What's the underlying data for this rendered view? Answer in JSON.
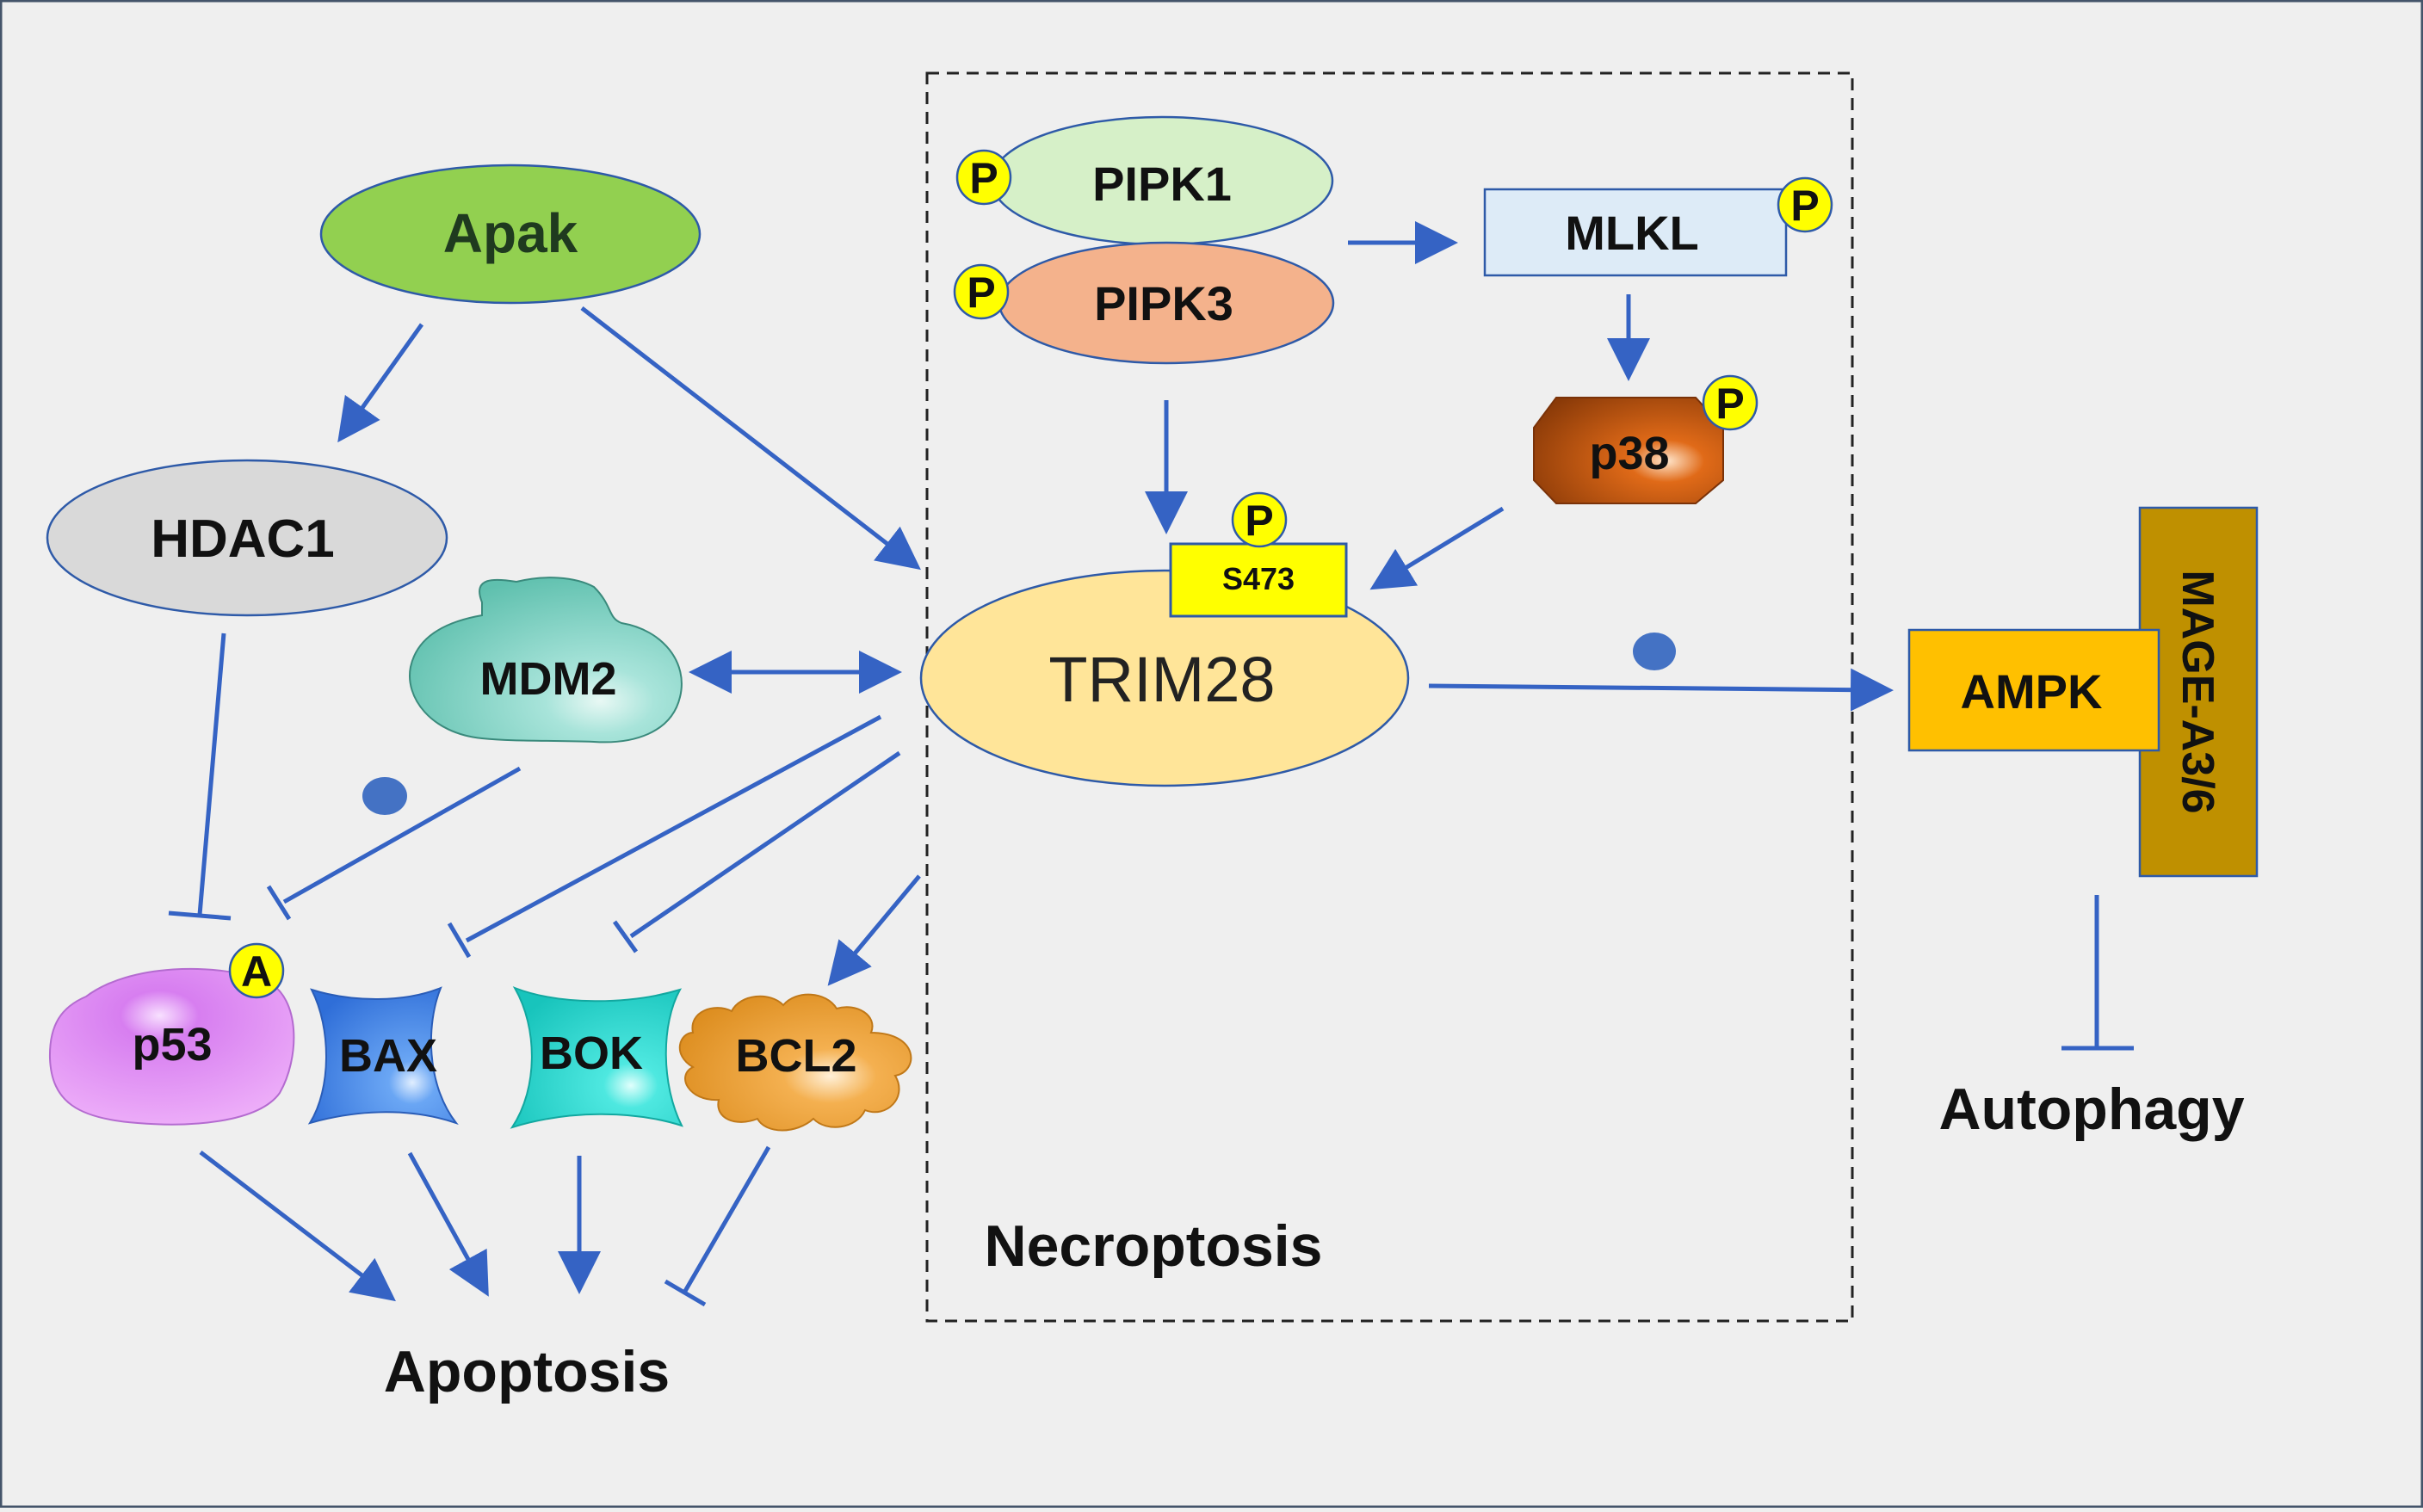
{
  "nodes": {
    "apak": "Apak",
    "hdac1": "HDAC1",
    "mdm2": "MDM2",
    "p53": "p53",
    "bax": "BAX",
    "bok": "BOK",
    "bcl2": "BCL2",
    "pipk1": "PIPK1",
    "pipk3": "PIPK3",
    "mlkl": "MLKL",
    "p38": "p38",
    "s473": "S473",
    "trim28": "TRIM28",
    "ampk": "AMPK",
    "mage": "MAGE-A3/6"
  },
  "badges": {
    "phospho": "P",
    "acetyl": "A"
  },
  "outcomes": {
    "necroptosis": "Necroptosis",
    "apoptosis": "Apoptosis",
    "autophagy": "Autophagy"
  },
  "colors": {
    "background": "#efefef",
    "edge": "#3563c4",
    "badge": "#ffff00",
    "apak": "#92d050",
    "hdac1": "#d9d9d9",
    "mdm2": "#7fd4c4",
    "p53": "#e58ef7",
    "bax": "#4f8fe8",
    "bok": "#33e0d8",
    "bcl2": "#f0a040",
    "pipk1": "#d6f0c8",
    "pipk3": "#f4b28c",
    "mlkl": "#ddebf7",
    "p38": "#d05a10",
    "s473": "#ffff00",
    "trim28": "#ffe599",
    "ampk": "#ffc000",
    "mage": "#bf9000"
  }
}
